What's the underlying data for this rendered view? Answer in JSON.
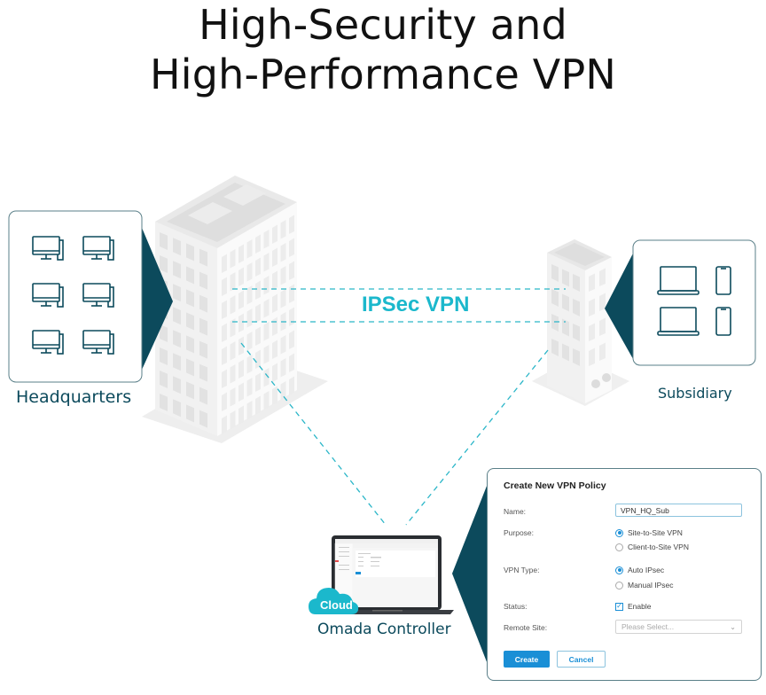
{
  "title": {
    "line1": "High-Security and",
    "line2": "High-Performance VPN"
  },
  "diagram": {
    "headquarters": {
      "label": "Headquarters",
      "devices": [
        "desktop-pc-icon",
        "desktop-pc-icon",
        "desktop-pc-icon",
        "desktop-pc-icon",
        "desktop-pc-icon",
        "desktop-pc-icon"
      ]
    },
    "subsidiary": {
      "label": "Subsidiary",
      "devices": [
        "laptop-icon",
        "smartphone-icon",
        "laptop-icon",
        "smartphone-icon"
      ]
    },
    "tunnel_label": "IPSec VPN",
    "controller": {
      "label": "Omada Controller",
      "badge": "Cloud"
    },
    "colors": {
      "dark_teal": "#0c4a5c",
      "accent_cyan": "#1bb8cc",
      "primary_blue": "#1a8fd6"
    }
  },
  "dialog": {
    "title": "Create New VPN Policy",
    "name_label": "Name:",
    "name_value": "VPN_HQ_Sub",
    "purpose_label": "Purpose:",
    "purpose_options": [
      {
        "label": "Site-to-Site VPN",
        "selected": true
      },
      {
        "label": "Client-to-Site VPN",
        "selected": false
      }
    ],
    "vpn_type_label": "VPN Type:",
    "vpn_type_options": [
      {
        "label": "Auto IPsec",
        "selected": true
      },
      {
        "label": "Manual IPsec",
        "selected": false
      }
    ],
    "status_label": "Status:",
    "status_checkbox": {
      "label": "Enable",
      "checked": true
    },
    "remote_site_label": "Remote Site:",
    "remote_site_placeholder": "Please Select...",
    "create_label": "Create",
    "cancel_label": "Cancel"
  }
}
